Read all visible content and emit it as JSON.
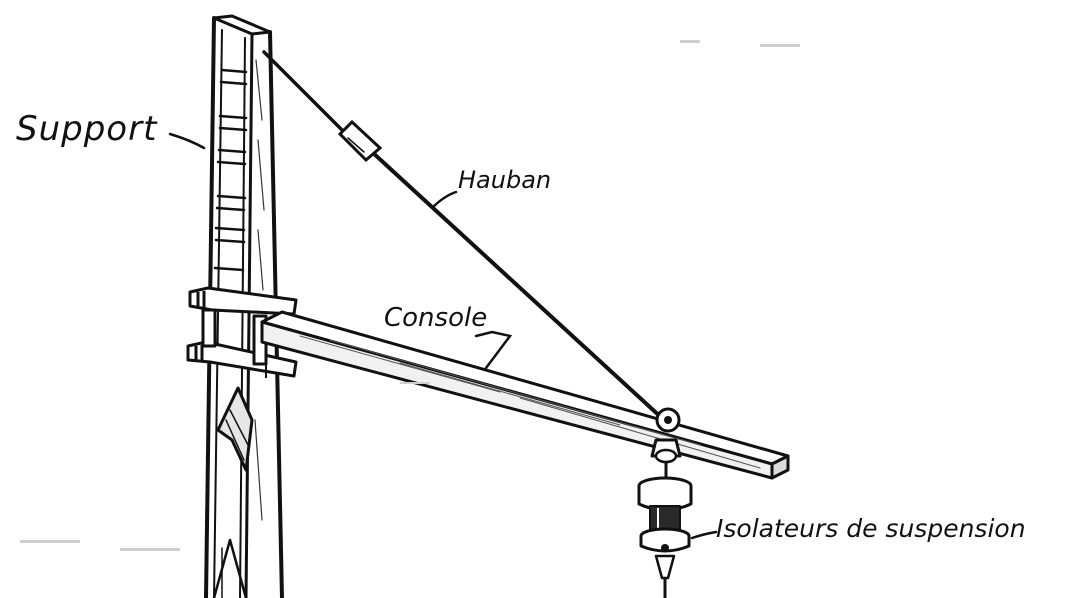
{
  "labels": {
    "support": "Support",
    "hauban": "Hauban",
    "console": "Console",
    "isolateurs": "Isolateurs de suspension"
  },
  "colors": {
    "ink": "#111111",
    "paper": "#ffffff",
    "wood_shade": "#e6e6e6"
  }
}
